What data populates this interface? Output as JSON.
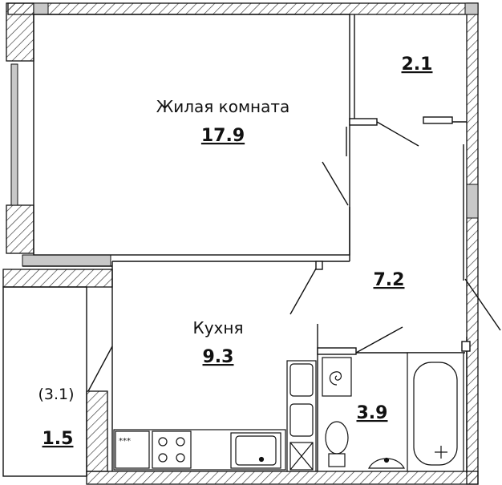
{
  "rooms": {
    "living": {
      "name": "Жилая комната",
      "area": "17.9"
    },
    "bathroom_small": {
      "area": "2.1"
    },
    "hall": {
      "area": "7.2"
    },
    "kitchen": {
      "name": "Кухня",
      "area": "9.3"
    },
    "bathroom": {
      "area": "3.9"
    },
    "balcony": {
      "area_full": "(3.1)",
      "area": "1.5"
    }
  },
  "stove_label": "***",
  "colors": {
    "wall": "#ffffff",
    "hatch": "#333333",
    "window": "#c8c8c8",
    "line": "#111111"
  }
}
